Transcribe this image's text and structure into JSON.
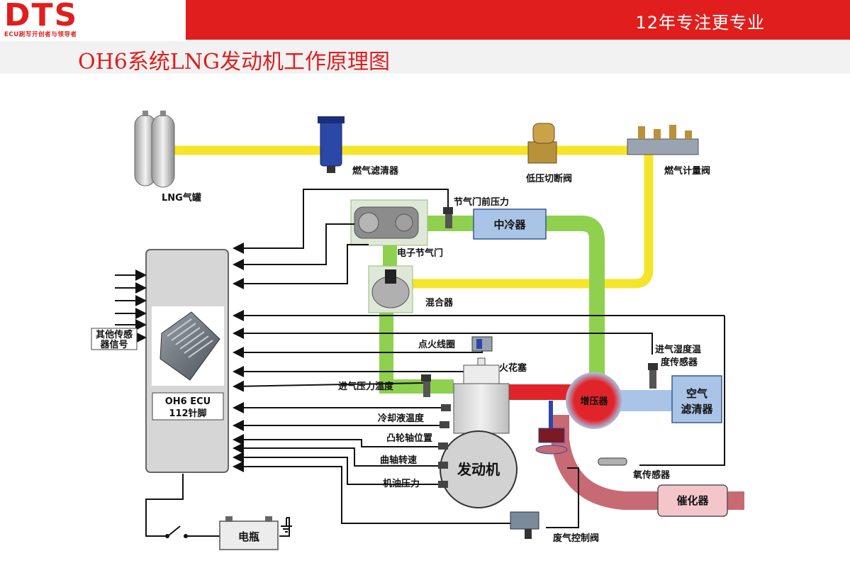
{
  "header": {
    "logo_text": "DTS",
    "logo_sub": "ECU刷写开创者与领导者",
    "slogan": "12年专注更专业"
  },
  "page_title": "OH6系统LNG发动机工作原理图",
  "diagram": {
    "labels": {
      "lng_tank": "LNG气罐",
      "fuel_filter": "燃气滤清器",
      "low_pressure_valve": "低压切断阀",
      "gas_metering_valve": "燃气计量阀",
      "throttle_pre_pressure": "节气门前压力",
      "intercooler": "中冷器",
      "electronic_throttle": "电子节气门",
      "mixer": "混合器",
      "other_sensors": "其他传感器信号",
      "ignition_coil": "点火线圈",
      "spark_plug": "火花塞",
      "intake_humidity_sensor_1": "进气湿度温",
      "intake_humidity_sensor_2": "度传感器",
      "intake_pressure_temp": "进气压力温度",
      "turbocharger": "增压器",
      "air_filter_1": "空气",
      "air_filter_2": "滤清器",
      "ecu_1": "OH6 ECU",
      "ecu_2": "112针脚",
      "coolant_temp": "冷却液温度",
      "cam_position": "凸轮轴位置",
      "crank_speed": "曲轴转速",
      "oil_pressure": "机油压力",
      "engine": "发动机",
      "oxygen_sensor": "氧传感器",
      "catalyst": "催化器",
      "battery": "电瓶",
      "wastegate_valve": "废气控制阀"
    },
    "colors": {
      "fuel_line": "#f5e52a",
      "intake_line": "#8fd14f",
      "exhaust_hot": "#e0242a",
      "exhaust_pipe": "#c86a74",
      "signal_line": "#111111",
      "box_blue": "#a9c4e6",
      "catalyst_pink": "#f4c6cc"
    }
  }
}
